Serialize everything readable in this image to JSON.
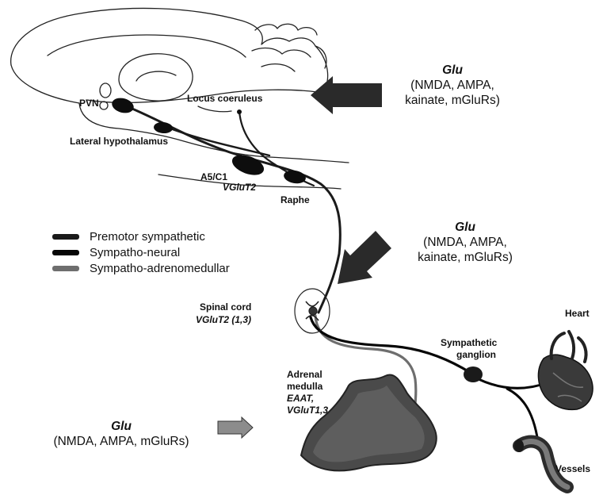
{
  "colors": {
    "premotor": "#1a1a1a",
    "neural": "#060606",
    "adrenomedullar": "#6e6e6e",
    "arrow_dark": "#2a2a2a",
    "arrow_light": "#8c8c8c",
    "adrenal_fill": "#4a4a4a"
  },
  "brain_labels": {
    "pvn": "PVN",
    "locus_coeruleus": "Locus coeruleus",
    "lateral_hypothalamus": "Lateral hypothalamus",
    "a5c1": "A5/C1",
    "a5c1_transporter": "VGluT2",
    "raphe": "Raphe"
  },
  "receptors": {
    "brain": {
      "title": "Glu",
      "line1": "(NMDA, AMPA,",
      "line2": "kainate, mGluRs)"
    },
    "spinal": {
      "title": "Glu",
      "line1": "(NMDA, AMPA,",
      "line2": "kainate, mGluRs)"
    },
    "adrenal": {
      "title": "Glu",
      "line1": "(NMDA, AMPA, mGluRs)"
    }
  },
  "legend": {
    "items": [
      {
        "label": "Premotor sympathetic",
        "color": "#1a1a1a"
      },
      {
        "label": "Sympatho-neural",
        "color": "#060606"
      },
      {
        "label": "Sympatho-adrenomedullar",
        "color": "#6e6e6e"
      }
    ]
  },
  "spinal_cord": {
    "label": "Spinal cord",
    "transporter": "VGluT2 (1,3)"
  },
  "adrenal_medulla": {
    "line1": "Adrenal",
    "line2": "medulla",
    "line3": "EAAT,",
    "line4": "VGluT1,3"
  },
  "ganglion": {
    "line1": "Sympathetic",
    "line2": "ganglion"
  },
  "organs": {
    "heart": "Heart",
    "vessels": "Vessels"
  }
}
